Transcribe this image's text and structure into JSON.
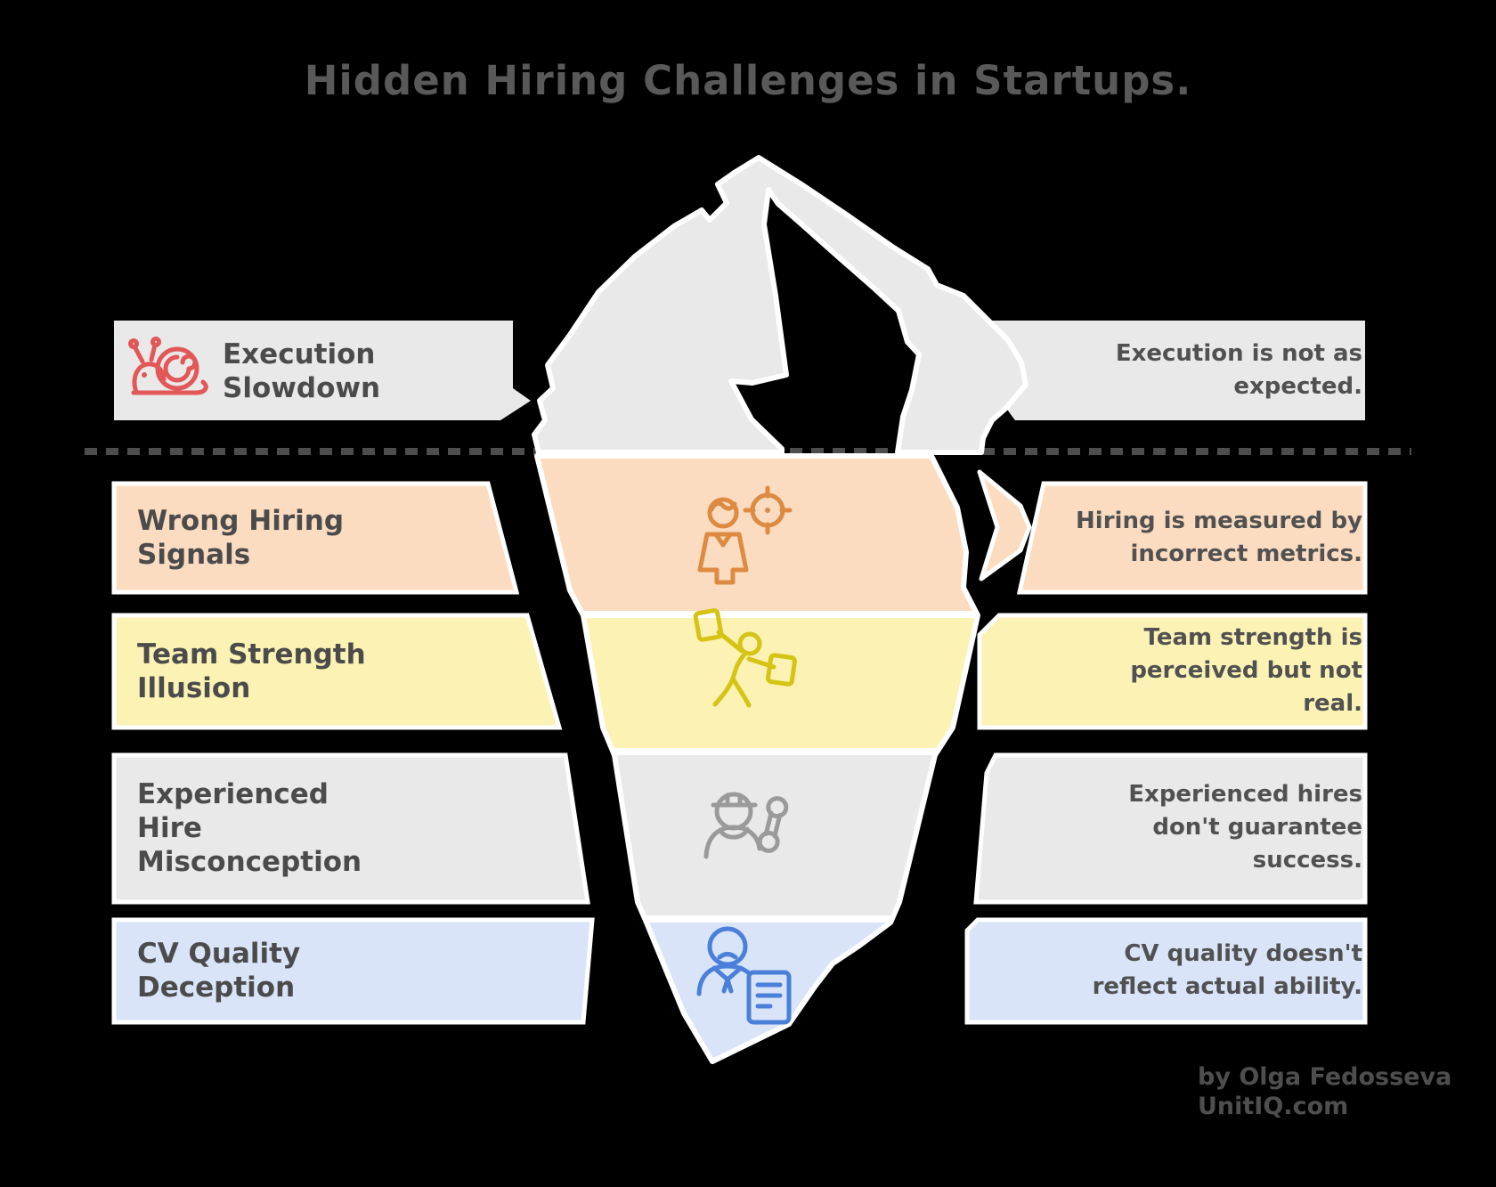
{
  "title": "Hidden Hiring Challenges in Startups.",
  "rows": [
    {
      "id": "execution-slowdown",
      "label": "Execution\nSlowdown",
      "description": "Execution is not as\nexpected.",
      "band_color": "#e9e9e9",
      "icon": "snail-icon",
      "icon_color": "#e25757"
    },
    {
      "id": "wrong-hiring-signals",
      "label": "Wrong Hiring\nSignals",
      "description": "Hiring is measured by\nincorrect metrics.",
      "band_color": "#fbdcc1",
      "icon": "target-person-icon",
      "icon_color": "#dd8b42"
    },
    {
      "id": "team-strength-illusion",
      "label": "Team Strength\nIllusion",
      "description": "Team strength is\nperceived but not\nreal.",
      "band_color": "#fbf2b4",
      "icon": "semaphore-person-icon",
      "icon_color": "#d5c414"
    },
    {
      "id": "experienced-hire-misconception",
      "label": "Experienced\nHire\nMisconception",
      "description": "Experienced hires\ndon't guarantee\nsuccess.",
      "band_color": "#e9e9e9",
      "icon": "worker-wrench-icon",
      "icon_color": "#9a9a9a"
    },
    {
      "id": "cv-quality-deception",
      "label": "CV Quality\nDeception",
      "description": "CV quality doesn't\nreflect actual ability.",
      "band_color": "#d9e4f8",
      "icon": "cv-person-document-icon",
      "icon_color": "#4a80d9"
    }
  ],
  "credit": {
    "line1": "by Olga Fedosseva",
    "line2": "UnitIQ.com"
  },
  "colors": {
    "background": "#000000",
    "iceberg_gray": "#e9e9e9",
    "outline_white": "#ffffff",
    "waterline": "#4d4d4d",
    "title_gray": "#595959",
    "text_dark": "#4b4b4b"
  }
}
